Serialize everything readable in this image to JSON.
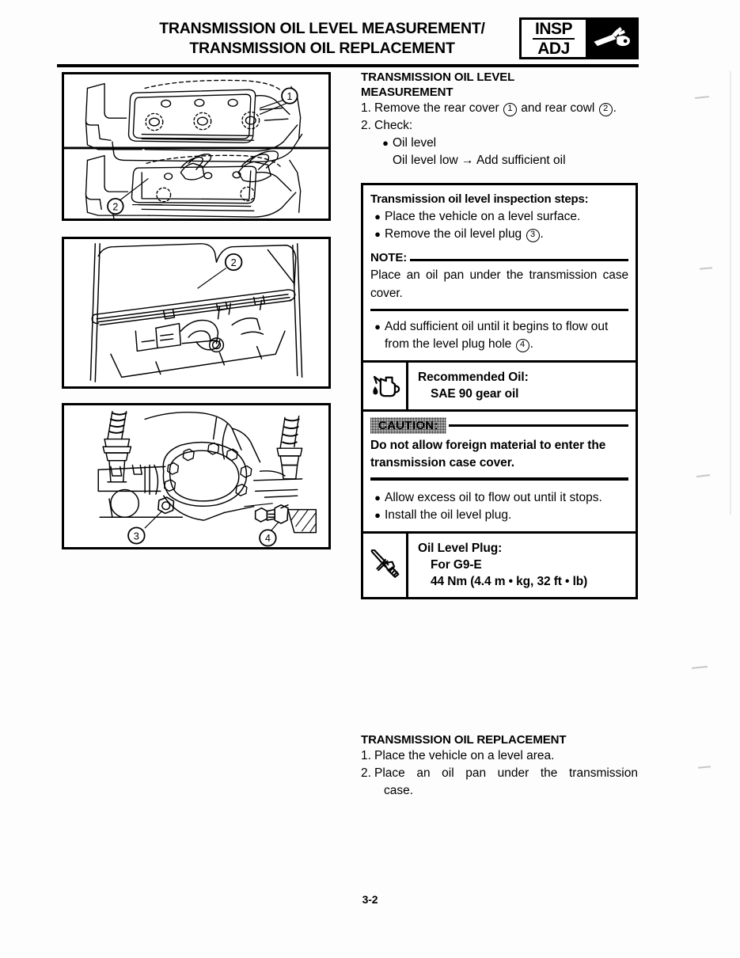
{
  "header": {
    "title_line1": "TRANSMISSION OIL LEVEL MEASUREMENT/",
    "title_line2": "TRANSMISSION OIL REPLACEMENT",
    "tab_line1": "INSP",
    "tab_line2": "ADJ",
    "tab_icon": "hand-tool-icon"
  },
  "measurement": {
    "heading_line1": "TRANSMISSION OIL LEVEL",
    "heading_line2": "MEASUREMENT",
    "step1_num": "1.",
    "step1_text_a": "Remove the rear cover",
    "step1_ref_a": "1",
    "step1_text_b": "and rear cowl",
    "step1_ref_b": "2",
    "step1_text_c": ".",
    "step2_num": "2.",
    "step2_text": "Check:",
    "check_bullet": "Oil level",
    "check_subline": "Oil level low → Add sufficient oil"
  },
  "procedure_box": {
    "steps_heading": "Transmission oil level inspection steps:",
    "step_bullets": [
      "Place the vehicle on a level surface.",
      "Remove the oil level plug"
    ],
    "step_bullet_2_ref": "3",
    "step_bullet_2_tail": ".",
    "note_label": "NOTE:",
    "note_text": "Place an oil pan under the transmission case cover.",
    "add_oil_text_a": "Add sufficient oil until it begins to flow out from the level plug hole",
    "add_oil_ref": "4",
    "add_oil_text_b": ".",
    "recommended_oil_label": "Recommended Oil:",
    "recommended_oil_value": "SAE 90 gear oil",
    "recommended_oil_icon": "oil-can-icon",
    "caution_label": "CAUTION:",
    "caution_text_line1": "Do not allow foreign material to enter the",
    "caution_text_line2": "transmission case cover.",
    "after_caution_bullets": [
      "Allow excess oil to flow out until it stops.",
      "Install the oil level plug."
    ],
    "torque_icon": "torque-wrench-icon",
    "torque_label": "Oil Level Plug:",
    "torque_model": "For G9-E",
    "torque_value": "44 Nm (4.4 m • kg, 32 ft • lb)"
  },
  "replacement": {
    "heading": "TRANSMISSION OIL REPLACEMENT",
    "step1_num": "1.",
    "step1_text": "Place the vehicle on a level area.",
    "step2_num": "2.",
    "step2_text": "Place an oil pan under the transmission",
    "step2_text_cont": "case."
  },
  "figures": {
    "fig1_label": "rear-cover-and-cowl-removal-illustration",
    "fig1_callout_1": "1",
    "fig1_callout_2": "2",
    "fig2_label": "rear-cowl-removed-engine-bay-illustration",
    "fig2_callout_2": "2",
    "fig3_label": "transmission-case-oil-level-plug-illustration",
    "fig3_callout_3": "3",
    "fig3_callout_4": "4"
  },
  "footer": {
    "page_number": "3-2"
  }
}
